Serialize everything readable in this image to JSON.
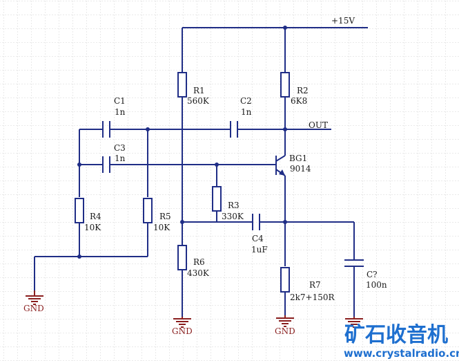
{
  "supply": {
    "label": "+15V"
  },
  "output": {
    "label": "OUT"
  },
  "ground_label": "GND",
  "components": {
    "r1": {
      "ref": "R1",
      "value": "560K"
    },
    "r2": {
      "ref": "R2",
      "value": "6K8"
    },
    "r3": {
      "ref": "R3",
      "value": "330K"
    },
    "r4": {
      "ref": "R4",
      "value": "10K"
    },
    "r5": {
      "ref": "R5",
      "value": "10K"
    },
    "r6": {
      "ref": "R6",
      "value": "430K"
    },
    "r7": {
      "ref": "R7",
      "value": "2k7+150R"
    },
    "c1": {
      "ref": "C1",
      "value": "1n"
    },
    "c2": {
      "ref": "C2",
      "value": "1n"
    },
    "c3": {
      "ref": "C3",
      "value": "1n"
    },
    "c4": {
      "ref": "C4",
      "value": "1uF"
    },
    "c7": {
      "ref": "C?",
      "value": "100n"
    },
    "bg1": {
      "ref": "BG1",
      "value": "9014"
    }
  },
  "watermark": {
    "title": "矿石收音机",
    "url": "www.crystalradio.cn"
  },
  "colors": {
    "wire": "#1f2d86",
    "ground": "#8a1e1e",
    "grid": "#c8c8c8",
    "watermark": "#1e6fcf"
  }
}
